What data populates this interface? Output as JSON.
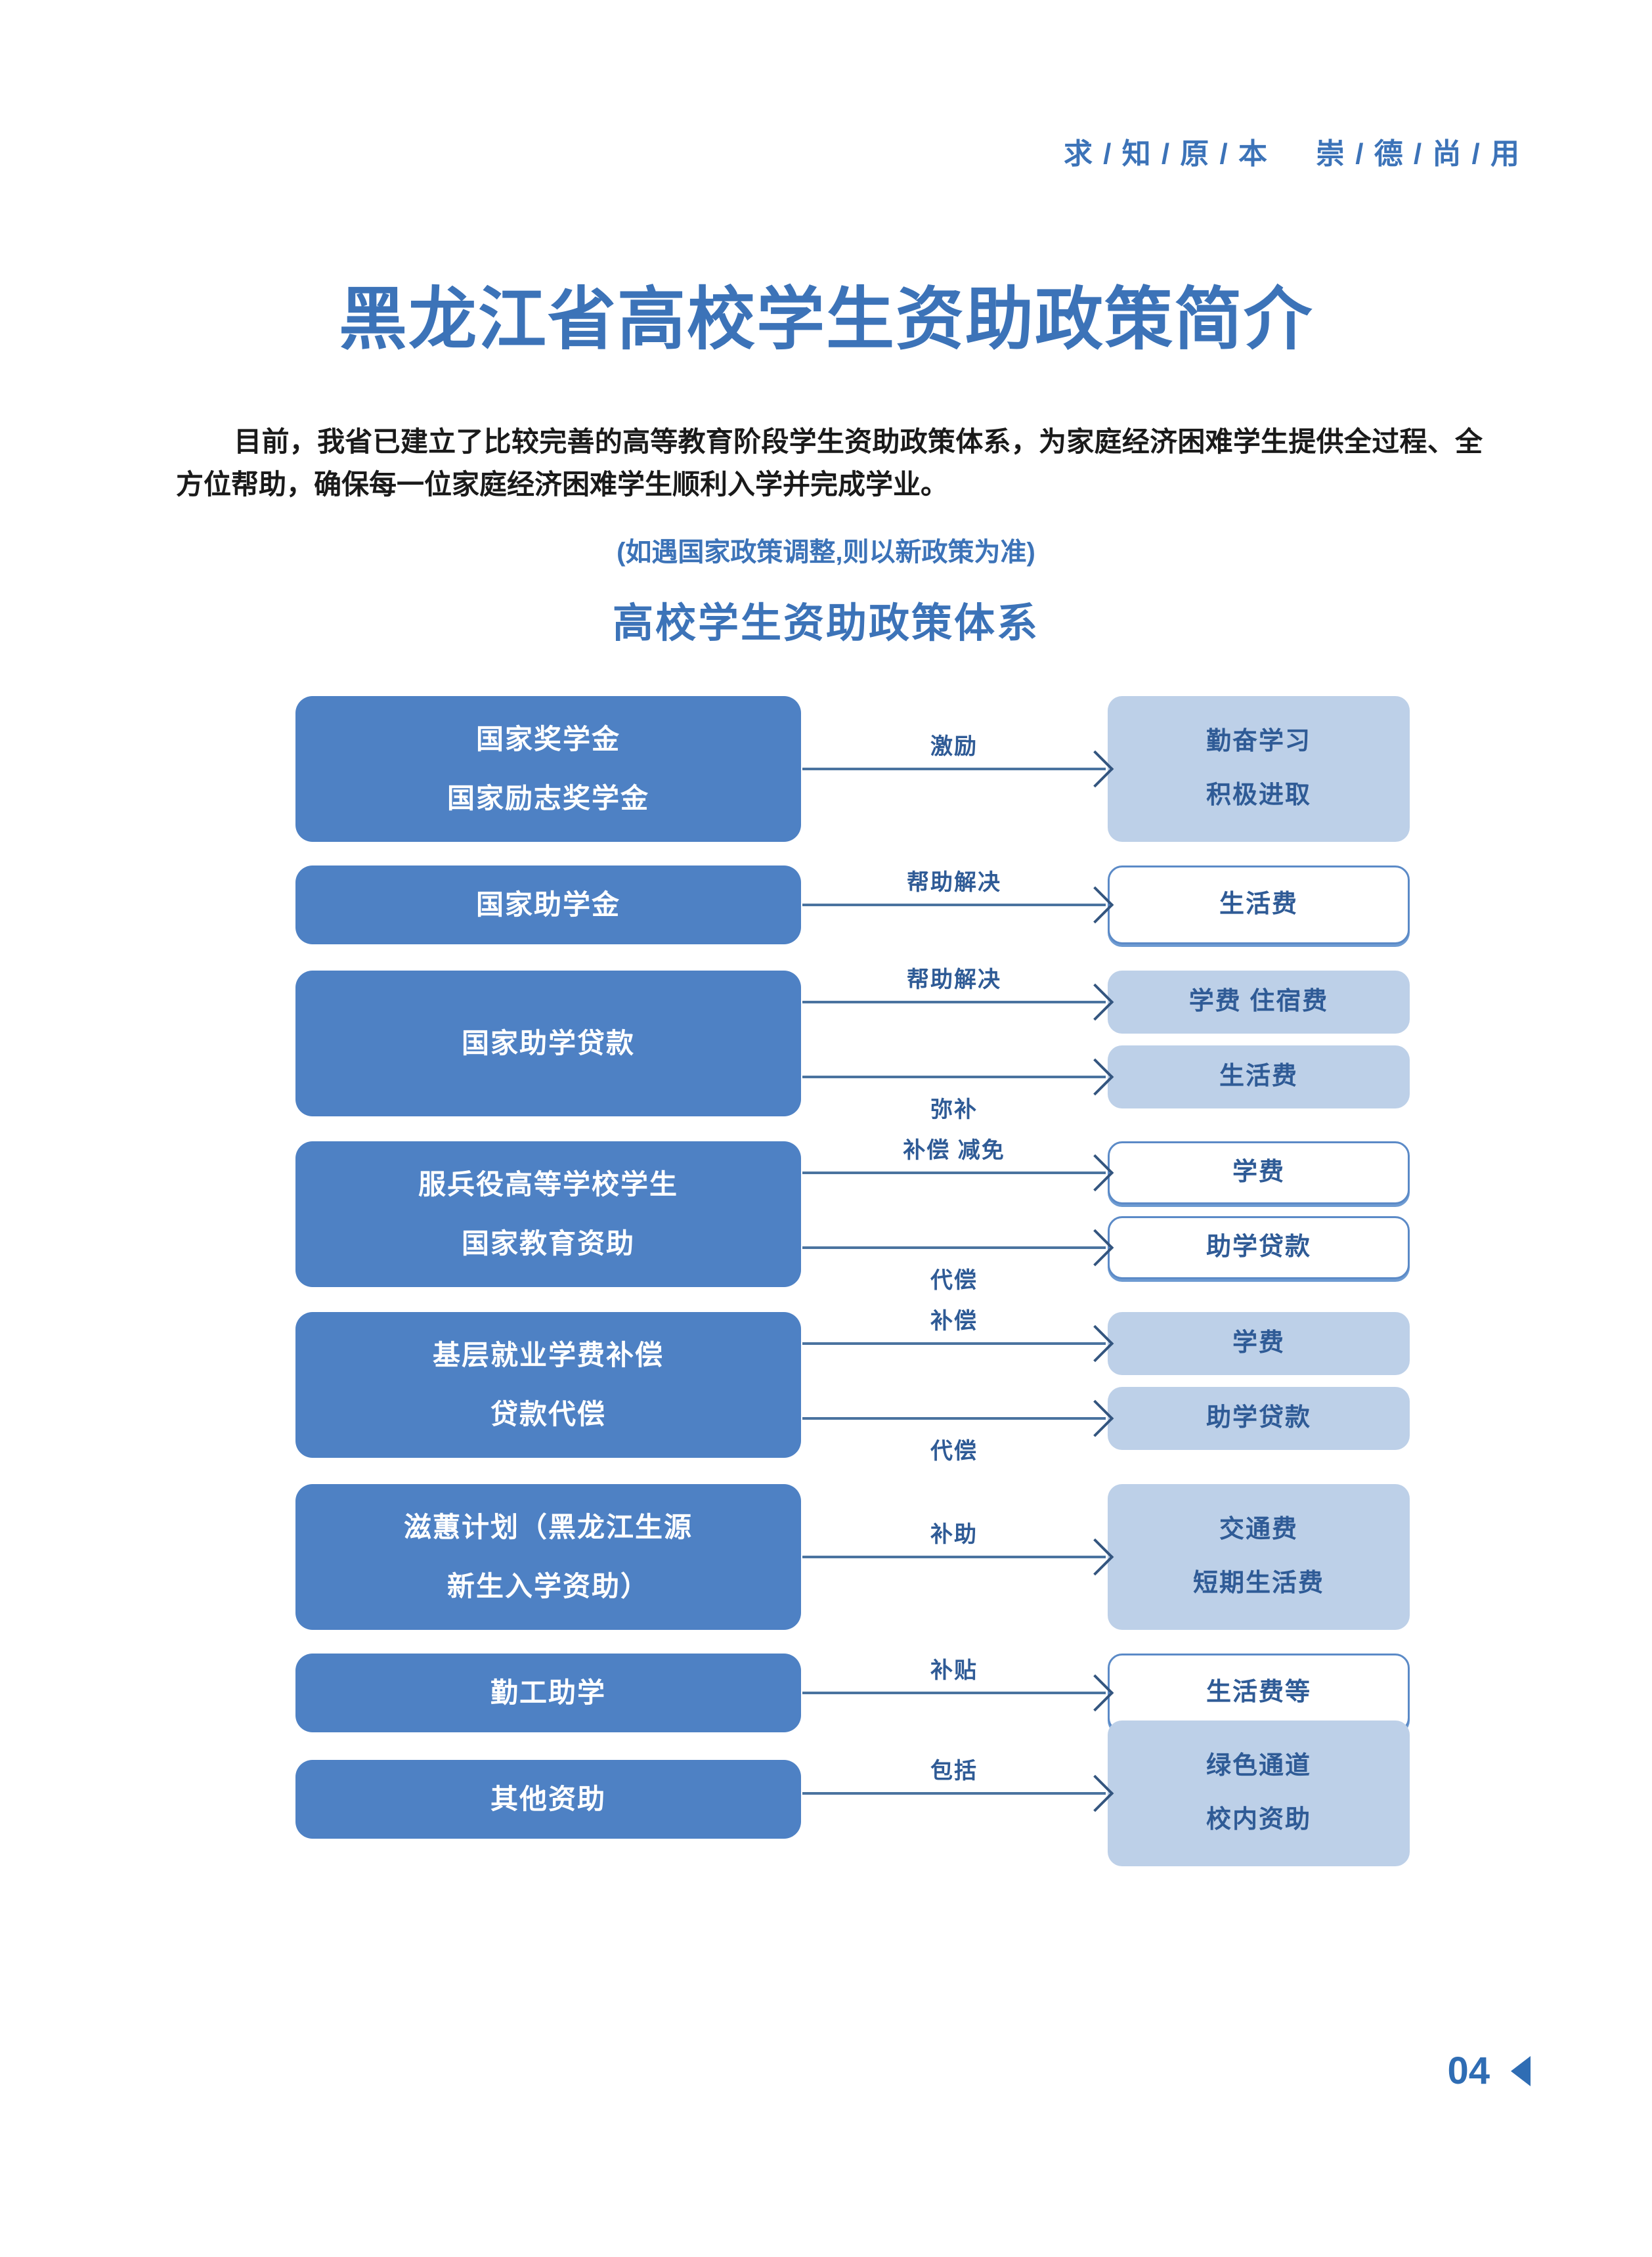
{
  "header": {
    "motto_left": "求 / 知 / 原 / 本",
    "motto_right": "崇 / 德 / 尚 / 用"
  },
  "title": "黑龙江省高校学生资助政策简介",
  "intro": "目前，我省已建立了比较完善的高等教育阶段学生资助政策体系，为家庭经济困难学生提供全过程、全方位帮助，确保每一位家庭经济困难学生顺利入学并完成学业。",
  "note": "(如遇国家政策调整,则以新政策为准)",
  "section_heading": "高校学生资助政策体系",
  "colors": {
    "brand_blue": "#3c73b8",
    "source_fill": "#4e81c4",
    "target_fill": "#bdd0e8",
    "target_border": "#5b8ac7",
    "arrow": "#4a739f",
    "target_text": "#2f5b96"
  },
  "diagram": {
    "rows": [
      {
        "source": [
          "国家奖学金",
          "国家励志奖学金"
        ],
        "links": [
          {
            "label": "激励",
            "target": [
              "勤奋学习",
              "积极进取"
            ],
            "style": "fill"
          }
        ]
      },
      {
        "source": [
          "国家助学金"
        ],
        "links": [
          {
            "label": "帮助解决",
            "target": [
              "生活费"
            ],
            "style": "hollow"
          }
        ]
      },
      {
        "source": [
          "国家助学贷款"
        ],
        "links": [
          {
            "label": "帮助解决",
            "target": [
              "学费 住宿费"
            ],
            "style": "fill"
          },
          {
            "label": "弥补",
            "target": [
              "生活费"
            ],
            "style": "fill"
          }
        ]
      },
      {
        "source": [
          "服兵役高等学校学生",
          "国家教育资助"
        ],
        "links": [
          {
            "label": "补偿 减免",
            "target": [
              "学费"
            ],
            "style": "hollow"
          },
          {
            "label": "代偿",
            "target": [
              "助学贷款"
            ],
            "style": "hollow"
          }
        ]
      },
      {
        "source": [
          "基层就业学费补偿",
          "贷款代偿"
        ],
        "links": [
          {
            "label": "补偿",
            "target": [
              "学费"
            ],
            "style": "fill"
          },
          {
            "label": "代偿",
            "target": [
              "助学贷款"
            ],
            "style": "fill"
          }
        ]
      },
      {
        "source": [
          "滋蕙计划（黑龙江生源",
          "新生入学资助）"
        ],
        "links": [
          {
            "label": "补助",
            "target": [
              "交通费",
              "短期生活费"
            ],
            "style": "fill"
          }
        ]
      },
      {
        "source": [
          "勤工助学"
        ],
        "links": [
          {
            "label": "补贴",
            "target": [
              "生活费等"
            ],
            "style": "hollow"
          }
        ]
      },
      {
        "source": [
          "其他资助"
        ],
        "links": [
          {
            "label": "包括",
            "target": [
              "绿色通道",
              "校内资助"
            ],
            "style": "fill"
          }
        ]
      }
    ]
  },
  "footer": {
    "page_number": "04",
    "nav_icon": "triangle-left-icon"
  }
}
